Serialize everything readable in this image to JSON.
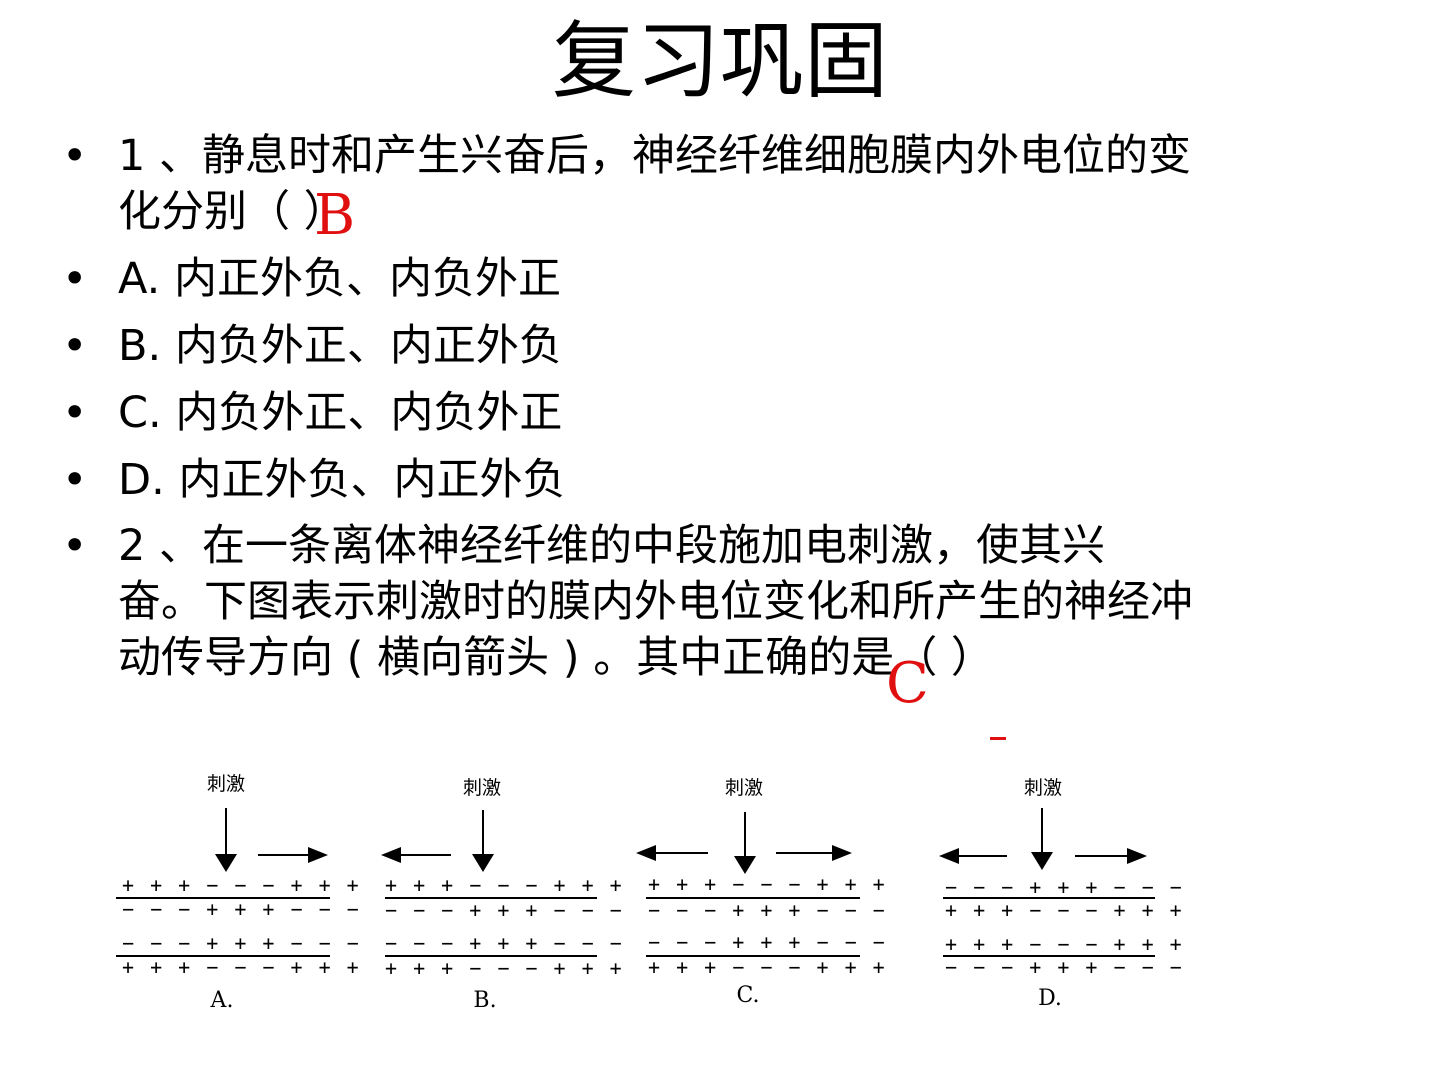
{
  "title": "复习巩固",
  "bullet_glyph": "•",
  "bullets": [
    {
      "lines": [
        "1 、静息时和产生兴奋后，神经纤维细胞膜内外电位的变",
        "化分别（        ）"
      ]
    },
    {
      "lines": [
        "A. 内正外负、内负外正"
      ]
    },
    {
      "lines": [
        "B. 内负外正、内正外负"
      ]
    },
    {
      "lines": [
        "C. 内负外正、内负外正"
      ]
    },
    {
      "lines": [
        "D. 内正外负、内正外负"
      ]
    },
    {
      "lines": [
        "2 、在一条离体神经纤维的中段施加电刺激，使其兴",
        "奋。下图表示刺激时的膜内外电位变化和所产生的神经冲",
        "动传导方向 ( 横向箭头 ) 。其中正确的是（               ）"
      ]
    }
  ],
  "answers": {
    "q1": "B",
    "q2": "C"
  },
  "diagrams": [
    {
      "stimulus": "刺激",
      "rows": [
        "+ + + − − − + + +",
        "− − − + + + − − −",
        "− − − + + + − − −",
        "+ + + − − − + + +"
      ],
      "caption": "A.",
      "arrows": [
        "right"
      ]
    },
    {
      "stimulus": "刺激",
      "rows": [
        "+ + + − − − + + +",
        "− − − + + + − − −",
        "− − − + + + − − −",
        "+ + + − − − + + +"
      ],
      "caption": "B.",
      "arrows": [
        "left"
      ]
    },
    {
      "stimulus": "刺激",
      "rows": [
        "+ + + − − − + + +",
        "− − − + + + − − −",
        "− − − + + + − − −",
        "+ + + − − − + + +"
      ],
      "caption": "C.",
      "arrows": [
        "left",
        "right"
      ]
    },
    {
      "stimulus": "刺激",
      "rows": [
        "− − − + + + − − −",
        "+ + + − − − + + +",
        "+ + + − − − + + +",
        "− − − + + + − − −"
      ],
      "caption": "D.",
      "arrows": [
        "left",
        "right"
      ]
    }
  ],
  "colors": {
    "answer": "#e01010",
    "text": "#000000"
  }
}
